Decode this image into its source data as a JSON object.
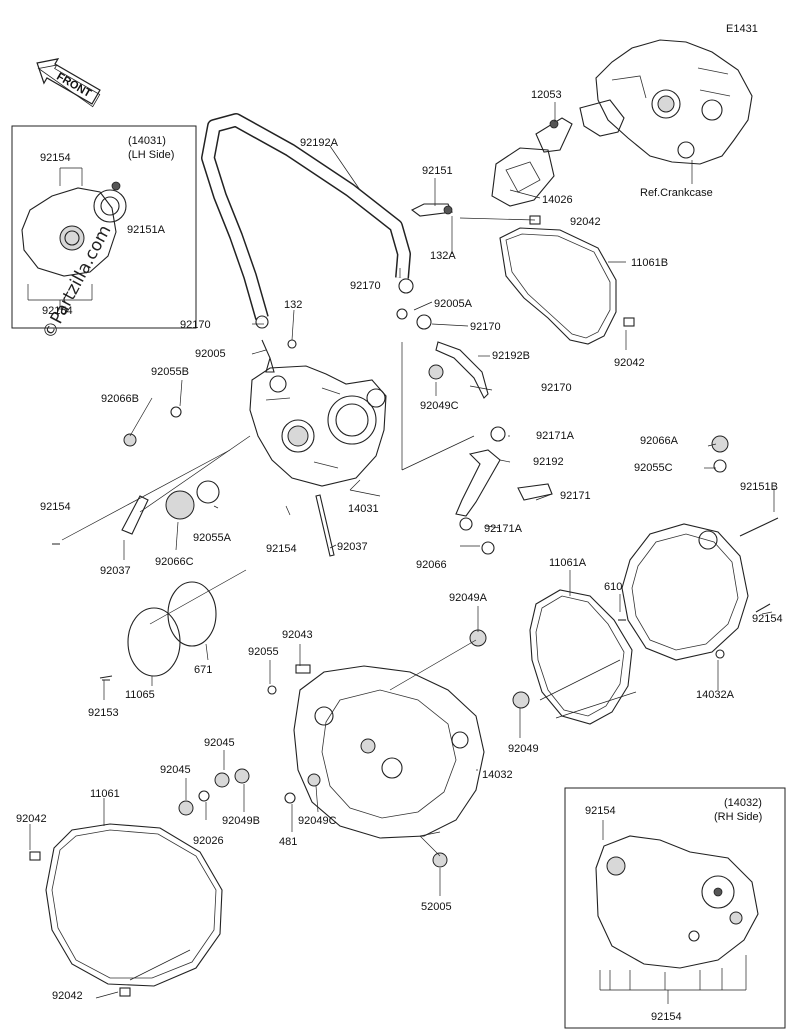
{
  "diagram_id": "E1431",
  "front_label": "FRONT",
  "watermark": "©Partzilla.com",
  "inset_lh": {
    "title": "(14031)",
    "subtitle": "(LH Side)",
    "labels": [
      "92154",
      "92151A",
      "92154"
    ]
  },
  "inset_rh": {
    "title": "(14032)",
    "subtitle": "(RH Side)",
    "labels": [
      "92154",
      "92154"
    ]
  },
  "ref_label": "Ref.Crankcase",
  "labels": {
    "l12053": "12053",
    "l92192A": "92192A",
    "l92151": "92151",
    "l14026": "14026",
    "l92042a": "92042",
    "l132A": "132A",
    "l11061B": "11061B",
    "l92170a": "92170",
    "l92005A": "92005A",
    "l92170b": "92170",
    "l92170c": "92170",
    "l132": "132",
    "l92042b": "92042",
    "l92005": "92005",
    "l92192B": "92192B",
    "l92055B": "92055B",
    "l92170d": "92170",
    "l92066B": "92066B",
    "l92049C": "92049C",
    "l92171A": "92171A",
    "l92066A": "92066A",
    "l92192": "92192",
    "l92055C": "92055C",
    "l92171": "92171",
    "l92151B": "92151B",
    "l92154a": "92154",
    "l14031": "14031",
    "l92055A": "92055A",
    "l92171Ab": "92171A",
    "l92154b": "92154",
    "l92037a": "92037",
    "l92037b": "92037",
    "l92066C": "92066C",
    "l92066": "92066",
    "l11061A": "11061A",
    "l610": "610",
    "l92049A": "92049A",
    "l92154c": "92154",
    "l92043": "92043",
    "l92055": "92055",
    "l671": "671",
    "l11065": "11065",
    "l14032A": "14032A",
    "l92153": "92153",
    "l92049": "92049",
    "l92045a": "92045",
    "l92045b": "92045",
    "l14032": "14032",
    "l92049B": "92049B",
    "l92049Cb": "92049C",
    "l11061": "11061",
    "l92042c": "92042",
    "l92026": "92026",
    "l481": "481",
    "l52005": "52005",
    "l92042d": "92042"
  }
}
